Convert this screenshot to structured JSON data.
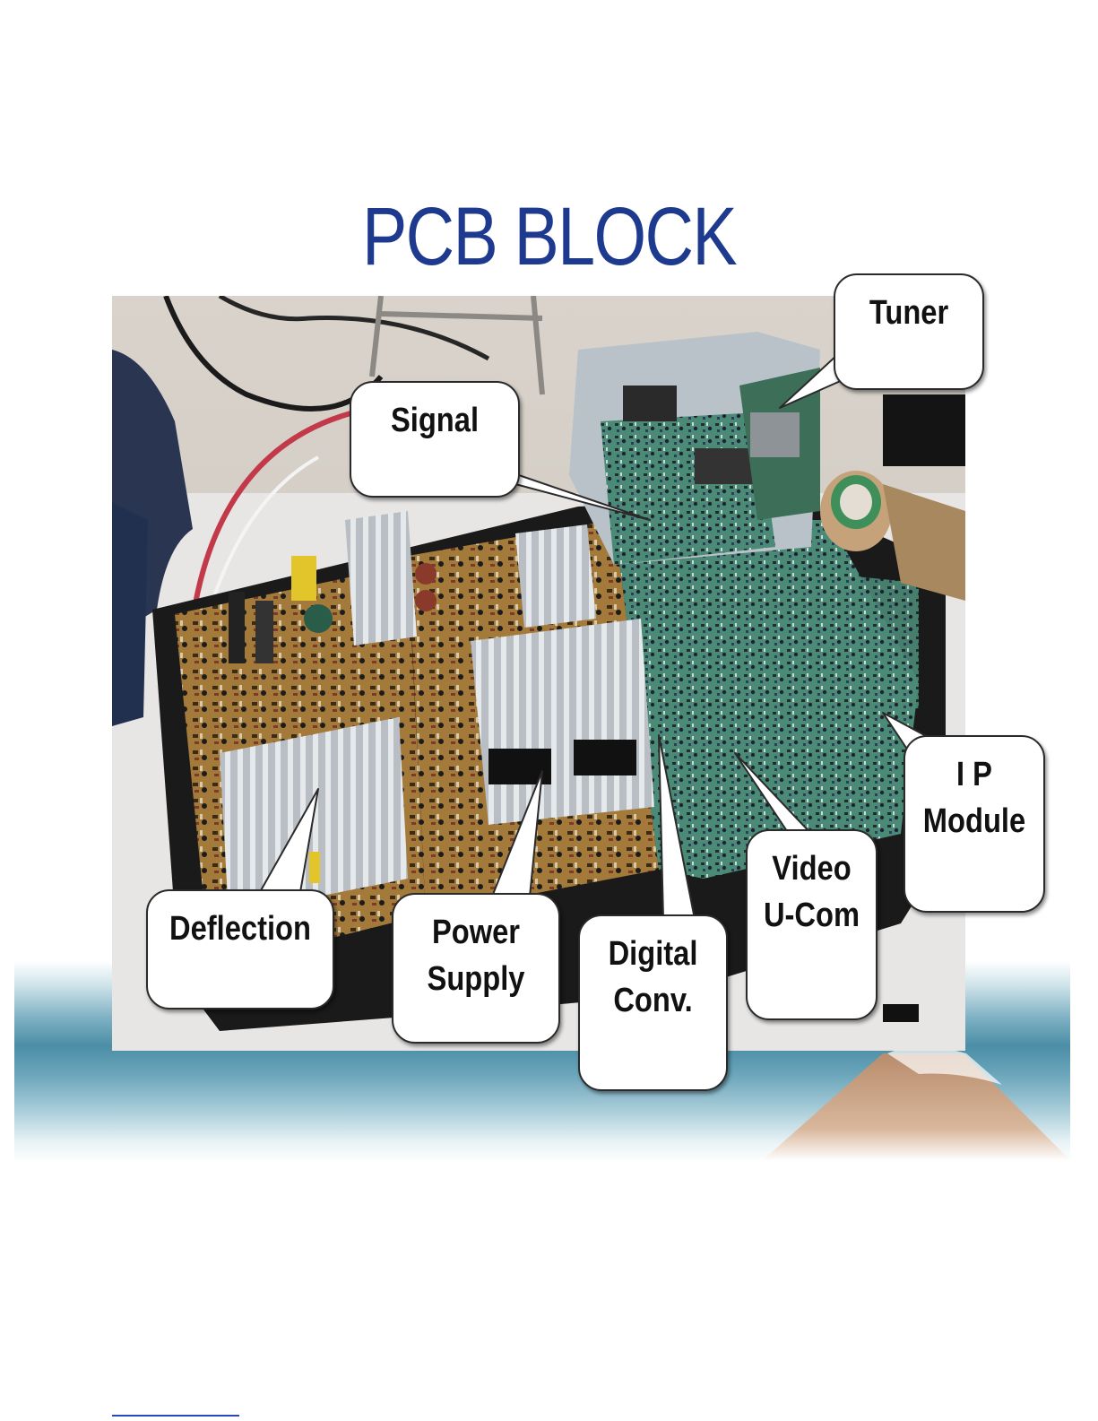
{
  "slide": {
    "title": "PCB BLOCK"
  },
  "callouts": [
    {
      "key": "tuner",
      "lines": [
        "Tuner"
      ]
    },
    {
      "key": "signal",
      "lines": [
        "Signal"
      ]
    },
    {
      "key": "ip-module",
      "lines": [
        "I P",
        "Module"
      ]
    },
    {
      "key": "deflection",
      "lines": [
        "Deflection"
      ]
    },
    {
      "key": "power-supply",
      "lines": [
        "Power",
        "Supply"
      ]
    },
    {
      "key": "digital-conv",
      "lines": [
        "Digital",
        "Conv."
      ]
    },
    {
      "key": "video-ucom",
      "lines": [
        "Video",
        "U-Com"
      ]
    }
  ],
  "colors": {
    "title": "#1e3a8f",
    "band": "#4b8ea6",
    "board_brown": "#a07838",
    "board_green": "#3f7d6a",
    "heatsink": "#c9cdd2",
    "callout_fill": "#ffffff"
  }
}
